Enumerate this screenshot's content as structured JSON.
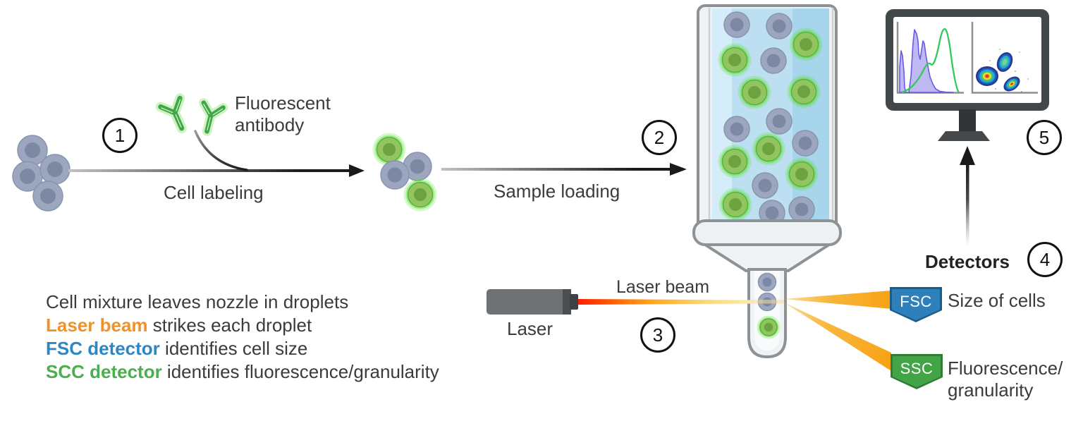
{
  "steps": {
    "step1": {
      "num": "1",
      "label": "Cell labeling"
    },
    "step2": {
      "num": "2",
      "label": "Sample loading"
    },
    "step3": {
      "num": "3"
    },
    "step4": {
      "num": "4",
      "label": "Detectors"
    },
    "step5": {
      "num": "5"
    }
  },
  "labels": {
    "fluorescent_antibody_line1": "Fluorescent",
    "fluorescent_antibody_line2": "antibody",
    "laser": "Laser",
    "laser_beam": "Laser beam"
  },
  "detectors": {
    "fsc": {
      "abbr": "FSC",
      "desc": "Size of cells",
      "color": "#2D80B9"
    },
    "ssc": {
      "abbr": "SSC",
      "desc_line1": "Fluorescence/",
      "desc_line2": "granularity",
      "color": "#43A447"
    }
  },
  "legend": {
    "line1": {
      "text": "Cell mixture leaves nozzle in droplets"
    },
    "line2": {
      "highlight": "Laser beam",
      "rest": " strikes each droplet",
      "color": "#F0922B"
    },
    "line3": {
      "highlight": "FSC detector",
      "rest": " identifies cell size",
      "color": "#2E86C5"
    },
    "line4": {
      "highlight": "SCC detector",
      "rest": " identifies fluorescence/granularity",
      "color": "#4BAE4F"
    }
  },
  "icons": {
    "antibody": "fluorescent-antibody-icon",
    "cells_unlabeled": "unlabeled-cell-cluster",
    "cells_labeled": "labeled-cell-cluster",
    "tube": "sample-tube",
    "laser": "laser-device",
    "monitor": "results-monitor",
    "histogram": "histogram-plot",
    "density": "density-scatter-plot"
  },
  "colors": {
    "beam_orange": "#F7A71B",
    "laser_red": "#FF2000",
    "cell_gray": "#9CA7BF",
    "cell_green": "#92C45F",
    "tube_liquid": "#BCE0F2",
    "text": "#3B3B3B"
  }
}
